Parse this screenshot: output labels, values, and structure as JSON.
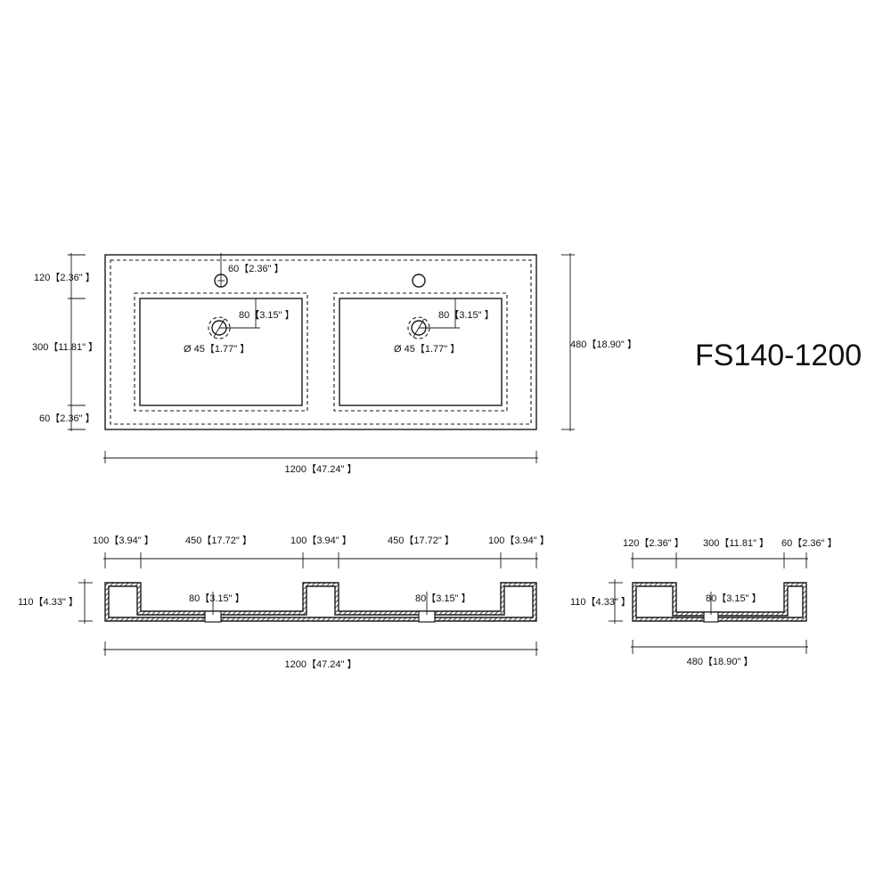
{
  "model": "FS140-1200",
  "top_view": {
    "dim_top_margin": "120【2.36\" 】",
    "dim_bowl_depth": "300【11.81\" 】",
    "dim_bottom_margin": "60【2.36\" 】",
    "dim_overall_depth": "480【18.90\" 】",
    "dim_overall_width": "1200【47.24\" 】",
    "dim_faucet_offset": "60【2.36\" 】",
    "left_bowl": {
      "drain_offset": "80【3.15\" 】",
      "drain_diameter": "Ø 45【1.77\" 】"
    },
    "right_bowl": {
      "drain_offset": "80【3.15\" 】",
      "drain_diameter": "Ø 45【1.77\" 】"
    }
  },
  "front_section": {
    "dim_wall_left": "100【3.94\" 】",
    "dim_bowl_left": "450【17.72\" 】",
    "dim_wall_middle": "100【3.94\" 】",
    "dim_bowl_right": "450【17.72\" 】",
    "dim_wall_right": "100【3.94\" 】",
    "dim_height": "110【4.33\" 】",
    "dim_overall_width": "1200【47.24\" 】",
    "drain_left": "80【3.15\" 】",
    "drain_right": "80【3.15\" 】"
  },
  "side_section": {
    "dim_back": "120【2.36\" 】",
    "dim_bowl": "300【11.81\" 】",
    "dim_front": "60【2.36\" 】",
    "dim_height": "110【4.33\" 】",
    "dim_overall_depth": "480【18.90\" 】",
    "drain": "80【3.15\" 】"
  }
}
